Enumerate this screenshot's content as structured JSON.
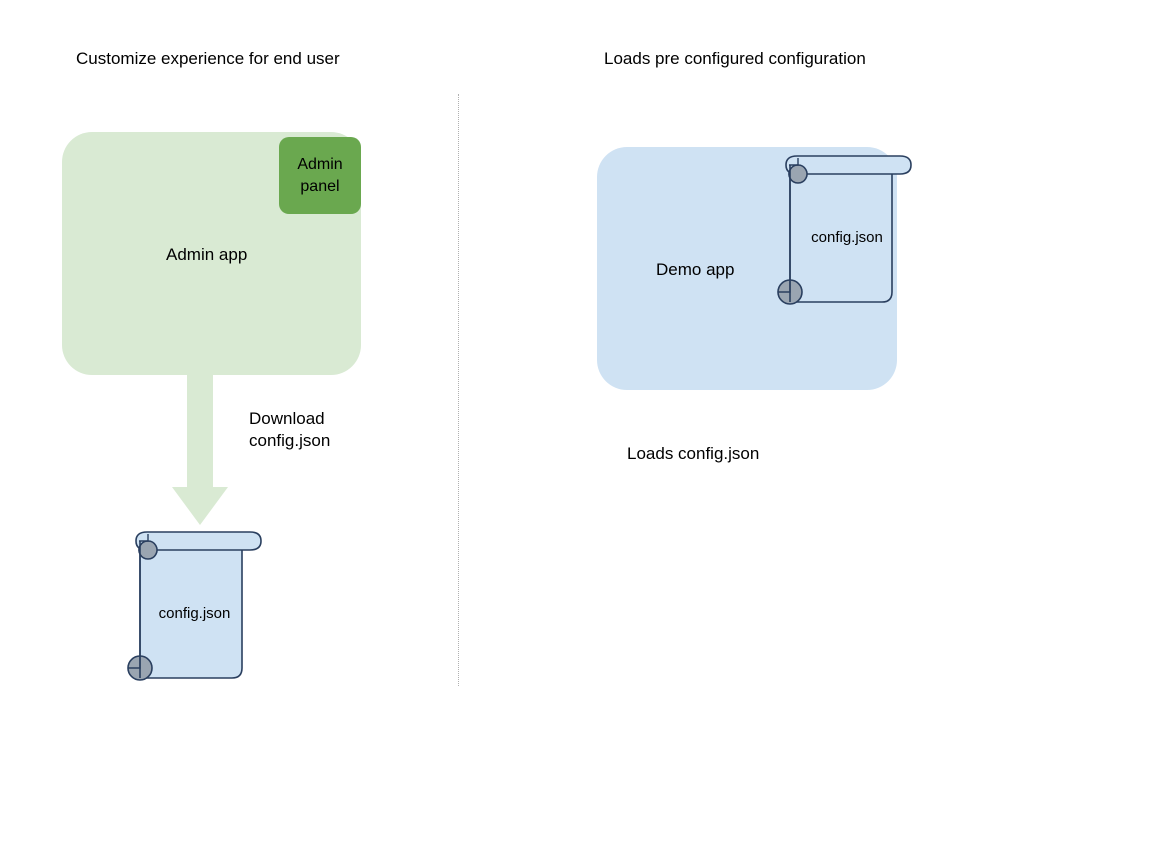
{
  "diagram": {
    "title_left": "Customize experience for end user",
    "title_right": "Loads pre configured configuration",
    "divider": "dotted-vertical-divider",
    "left_flow": {
      "app_label": "Admin app",
      "panel_label": "Admin\npanel",
      "panel_label_line1": "Admin",
      "panel_label_line2": "panel",
      "arrow_label_line1": "Download",
      "arrow_label_line2": "config.json",
      "document_label": "config.json"
    },
    "right_flow": {
      "app_label": "Demo app",
      "document_label": "config.json",
      "caption": "Loads config.json"
    }
  },
  "colors": {
    "admin_app_fill": "#d9ead3",
    "admin_panel_fill": "#6aa84f",
    "demo_app_fill": "#cfe2f3",
    "arrow_fill": "#d9ead3",
    "document_fill": "#cfe2f3",
    "document_stroke": "#2a3f5f",
    "document_curl_fill": "#9aa5b1",
    "divider_stroke": "#b0b0b0",
    "text": "#000000",
    "background": "#ffffff"
  }
}
